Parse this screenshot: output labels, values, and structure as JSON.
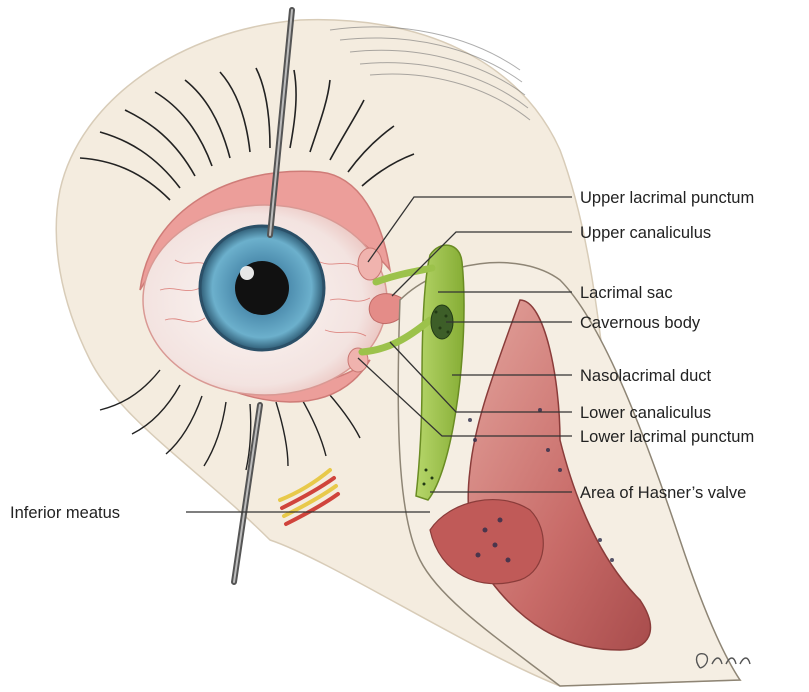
{
  "colors": {
    "skin": "#f4ecdf",
    "eyelid_pink": "#ec9e9a",
    "sclera": "#f8f1ee",
    "iris": "#5fa1bf",
    "pupil": "#111111",
    "duct_green": "#9cc24b",
    "nasal_mucosa": "#c86b68",
    "leader_line": "#333333"
  },
  "labels": {
    "upper_lacrimal_punctum": "Upper lacrimal punctum",
    "upper_canaliculus": "Upper canaliculus",
    "lacrimal_sac": "Lacrimal sac",
    "cavernous_body": "Cavernous body",
    "nasolacrimal_duct": "Nasolacrimal duct",
    "lower_canaliculus": "Lower canaliculus",
    "lower_lacrimal_punctum": "Lower lacrimal punctum",
    "area_of_hasners_valve": "Area of Hasner’s valve",
    "inferior_meatus": "Inferior meatus"
  },
  "signature": "Gunn"
}
